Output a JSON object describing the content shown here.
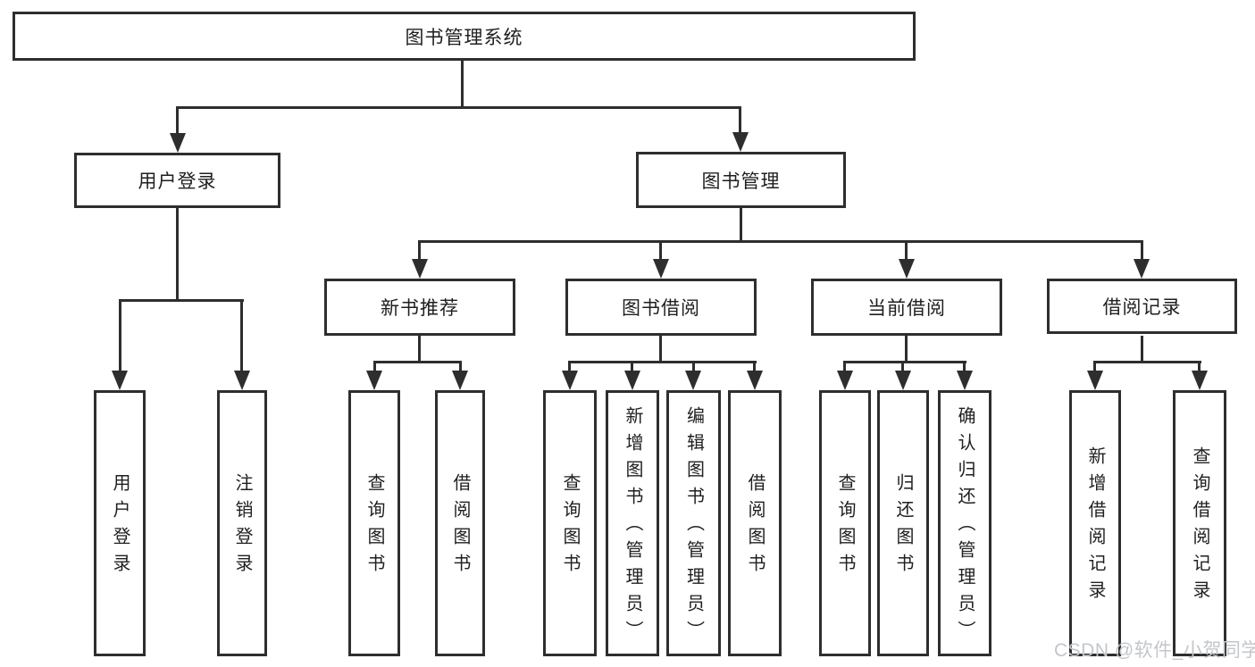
{
  "diagram": {
    "root": {
      "label": "图书管理系统"
    },
    "level2": [
      {
        "label": "用户登录"
      },
      {
        "label": "图书管理"
      }
    ],
    "level3": [
      {
        "label": "新书推荐"
      },
      {
        "label": "图书借阅"
      },
      {
        "label": "当前借阅"
      },
      {
        "label": "借阅记录"
      }
    ],
    "leaves": [
      {
        "label": "用户登录",
        "parent": "用户登录"
      },
      {
        "label": "注销登录",
        "parent": "用户登录"
      },
      {
        "label": "查询图书",
        "parent": "新书推荐"
      },
      {
        "label": "借阅图书",
        "parent": "新书推荐"
      },
      {
        "label": "查询图书",
        "parent": "图书借阅"
      },
      {
        "label": "新增图书（管理员）",
        "parent": "图书借阅"
      },
      {
        "label": "编辑图书（管理员）",
        "parent": "图书借阅"
      },
      {
        "label": "借阅图书",
        "parent": "图书借阅"
      },
      {
        "label": "查询图书",
        "parent": "当前借阅"
      },
      {
        "label": "归还图书",
        "parent": "当前借阅"
      },
      {
        "label": "确认归还（管理员）",
        "parent": "当前借阅"
      },
      {
        "label": "新增借阅记录",
        "parent": "借阅记录"
      },
      {
        "label": "查询借阅记录",
        "parent": "借阅记录"
      }
    ]
  },
  "watermark": {
    "text": "CSDN @软件_小贺同学"
  },
  "colors": {
    "line": "#2e2e2e",
    "box_border": "#2e2e2e",
    "box_fill": "#ffffff",
    "text": "#1f1f1f",
    "background": "#ffffff",
    "watermark": "#c3c6ca"
  }
}
